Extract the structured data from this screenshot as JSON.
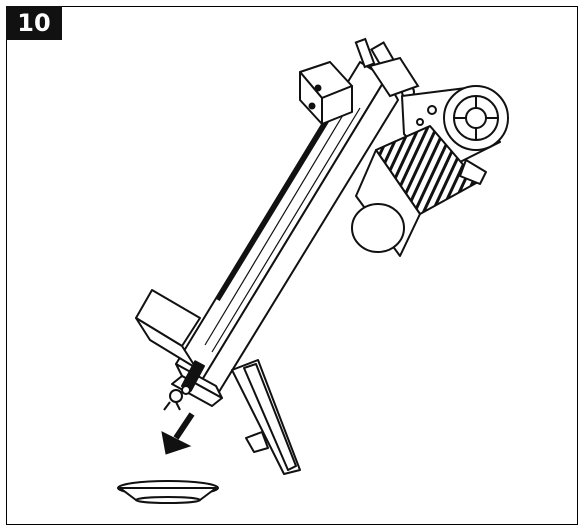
{
  "figure": {
    "step_number": "10",
    "border_color": "#000000",
    "badge_background": "#111111",
    "badge_text_color": "#ffffff"
  },
  "illustration": {
    "subject": "log-splitter-drain-oil",
    "arrow_direction": "down-left",
    "icons": [
      "log-splitter-icon",
      "motor-icon",
      "drain-plug-icon",
      "arrow-icon",
      "oil-pan-icon"
    ]
  }
}
